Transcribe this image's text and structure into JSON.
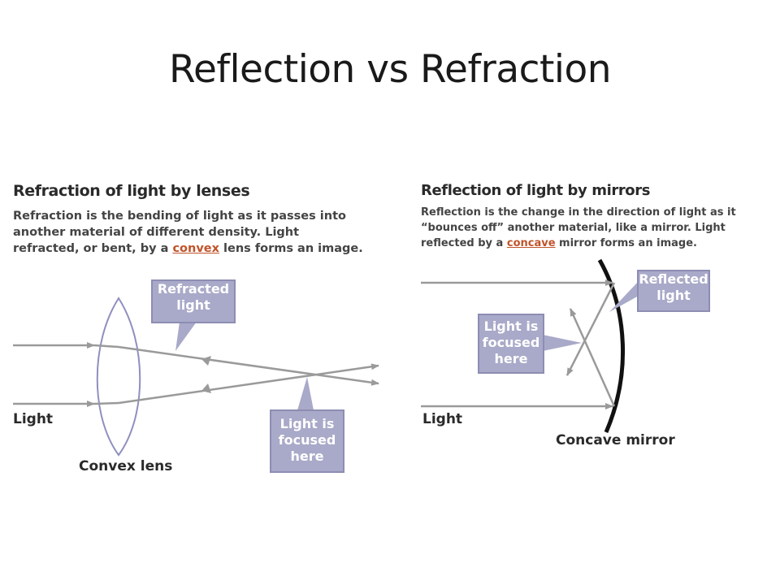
{
  "slide": {
    "title": "Reflection vs Refraction"
  },
  "refraction": {
    "heading": "Refraction of light by lenses",
    "desc_line1": "Refraction is the bending of light as it passes into",
    "desc_line2": "another material of different density. Light",
    "desc_line3_pre": "refracted, or bent, by a ",
    "desc_line3_kw": "convex",
    "desc_line3_post": " lens forms an image.",
    "callout_refracted_line1": "Refracted",
    "callout_refracted_line2": "light",
    "callout_focused_line1": "Light is",
    "callout_focused_line2": "focused",
    "callout_focused_line3": "here",
    "label_light": "Light",
    "label_lens": "Convex lens"
  },
  "reflection": {
    "heading": "Reflection of light by mirrors",
    "desc_line1": "Reflection is the change in the direction of light as it",
    "desc_line2": "“bounces off” another material, like a mirror. Light",
    "desc_line3_pre": "reflected by a ",
    "desc_line3_kw": "concave",
    "desc_line3_post": " mirror forms an image.",
    "callout_reflected_line1": "Reflected",
    "callout_reflected_line2": "light",
    "callout_focused_line1": "Light is",
    "callout_focused_line2": "focused",
    "callout_focused_line3": "here",
    "label_light": "Light",
    "label_mirror": "Concave mirror"
  },
  "colors": {
    "callout_fill": "#a9a9c9",
    "keyword": "#c0532a",
    "lens_stroke": "#8f8fc0",
    "ray": "#9a9a9a"
  }
}
